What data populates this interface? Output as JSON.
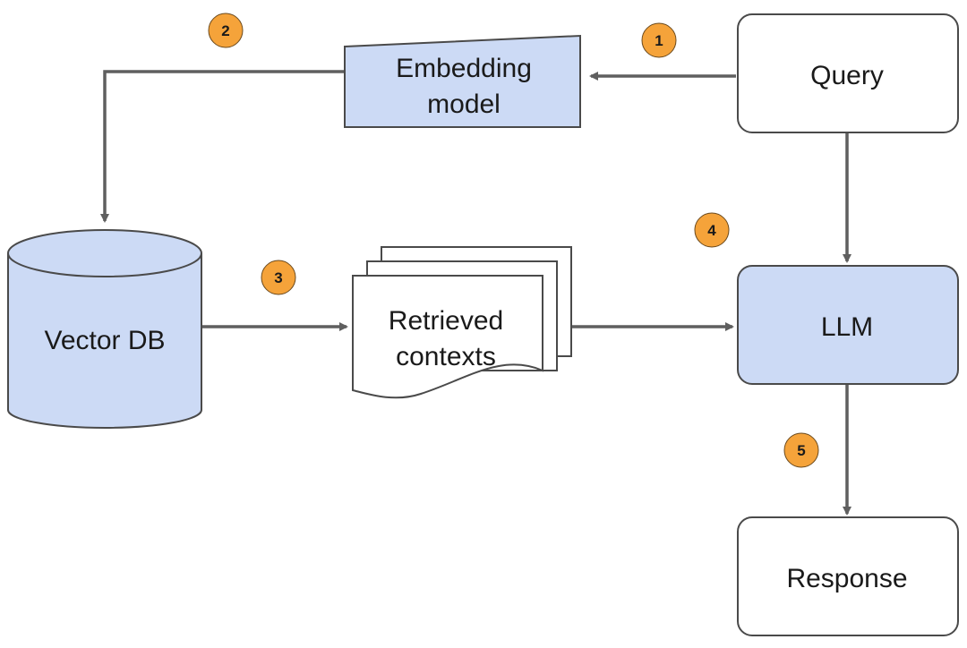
{
  "colors": {
    "node_fill_highlight": "#ccdaf5",
    "node_fill_plain": "#ffffff",
    "step_badge_fill": "#f5a33a",
    "arrow_color": "#5f5f5f"
  },
  "nodes": {
    "embedding_model": {
      "line1": "Embedding",
      "line2": "model",
      "shape": "trapezoid"
    },
    "query": {
      "label": "Query",
      "shape": "rounded-rectangle"
    },
    "vector_db": {
      "label": "Vector DB",
      "shape": "cylinder"
    },
    "retrieved_contexts": {
      "line1": "Retrieved",
      "line2": "contexts",
      "shape": "stacked-documents"
    },
    "llm": {
      "label": "LLM",
      "shape": "rounded-rectangle"
    },
    "response": {
      "label": "Response",
      "shape": "rounded-rectangle"
    }
  },
  "steps": [
    "1",
    "2",
    "3",
    "4",
    "5"
  ],
  "edges": [
    {
      "from": "query",
      "to": "embedding_model"
    },
    {
      "from": "embedding_model",
      "to": "vector_db"
    },
    {
      "from": "vector_db",
      "to": "retrieved_contexts"
    },
    {
      "from": "retrieved_contexts",
      "to": "llm"
    },
    {
      "from": "query",
      "to": "llm"
    },
    {
      "from": "llm",
      "to": "response"
    }
  ]
}
